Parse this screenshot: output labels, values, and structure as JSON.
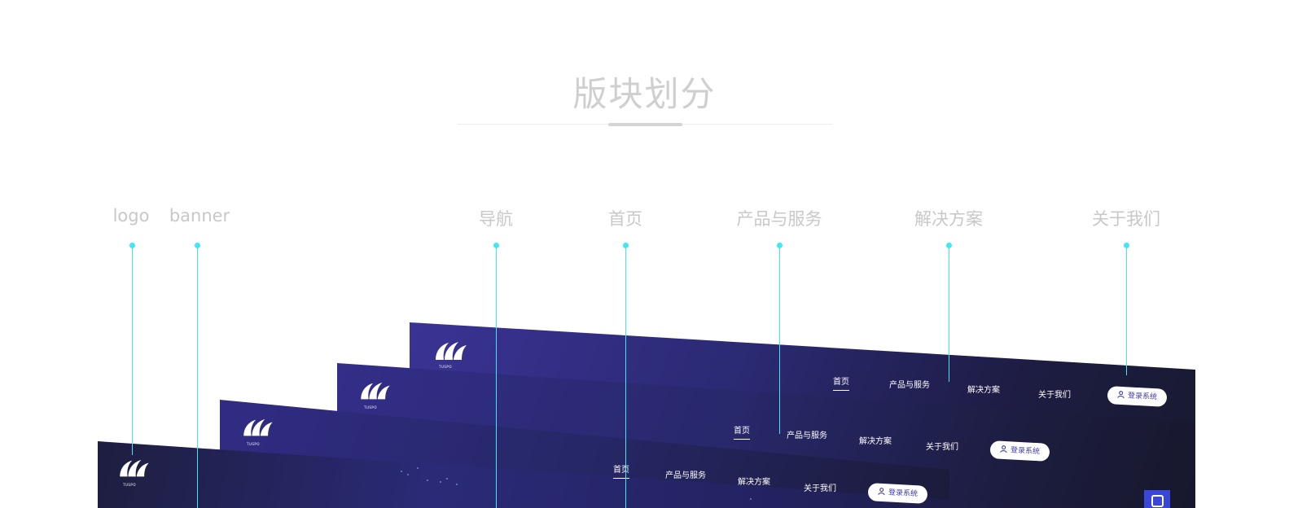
{
  "title": "版块划分",
  "labels": {
    "logo": "logo",
    "banner": "banner",
    "nav": "导航",
    "home": "首页",
    "products": "产品与服务",
    "solutions": "解决方案",
    "about": "关于我们"
  },
  "nav": {
    "home": "首页",
    "products": "产品与服务",
    "solutions": "解决方案",
    "about": "关于我们",
    "login": "登录系统"
  },
  "logo_caption": "TUSPO",
  "colors": {
    "accent_line": "#3ee7f2",
    "panel_dark": "#1b1b36",
    "panel_purple": "#332e88",
    "button_text": "#3a3aa8"
  }
}
